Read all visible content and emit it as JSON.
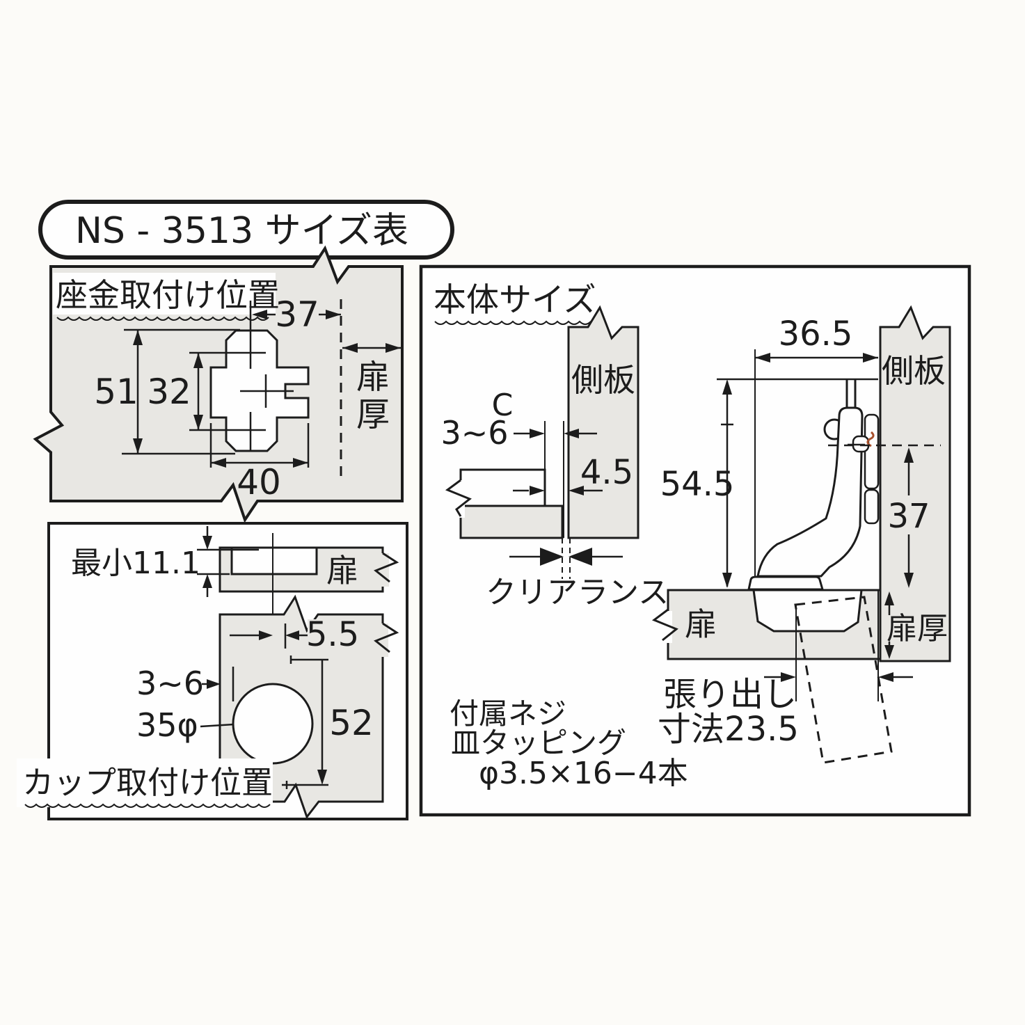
{
  "title": "NS - 3513 サイズ表",
  "plate_panel": {
    "title": "座金取付け位置",
    "dim_width_to_edge": "37",
    "dim_outer_height": "51",
    "dim_hole_pitch": "32",
    "dim_plate_width": "40",
    "door_thickness_char1": "扉",
    "door_thickness_char2": "厚"
  },
  "cup_panel": {
    "title": "カップ取付け位置",
    "dim_min_depth": "最小11.1",
    "door_label": "扉",
    "dim_center_to_edge": "5.5",
    "dim_edge_distance": "3~6",
    "dim_cup_diameter": "35φ",
    "dim_screw_pitch": "52"
  },
  "body_panel": {
    "title": "本体サイズ",
    "left_view": {
      "side_board_label": "側板",
      "overlay_symbol": "C",
      "overlay_range": "3~6",
      "dim_gap": "4.5",
      "clearance_label": "クリアランス"
    },
    "right_view": {
      "dim_depth": "36.5",
      "side_board_label": "側板",
      "dim_total_height": "54.5",
      "dim_mount_height": "37",
      "door_label": "扉",
      "door_thickness_label": "扉厚",
      "protrusion_line1": "張り出し",
      "protrusion_line2": "寸法23.5"
    },
    "screw_note_line1": "付属ネジ",
    "screw_note_line2": "皿タッピング",
    "screw_note_line3": "φ3.5×16−4本"
  },
  "colors": {
    "paper": "#fcfbf8",
    "panel_fill": "#e8e7e3",
    "ink": "#1c1c1c",
    "accent_mark": "#a8502c"
  }
}
